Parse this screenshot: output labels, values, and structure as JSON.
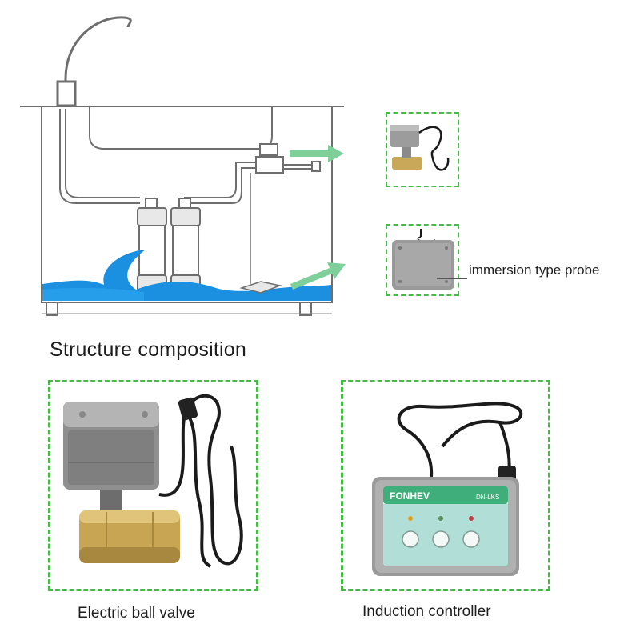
{
  "section_title": "Structure composition",
  "probe_label": "immersion type probe",
  "products": [
    {
      "caption": "Electric ball valve"
    },
    {
      "caption": "Induction controller"
    }
  ],
  "controller": {
    "brand": "FONHEV",
    "model": "DN-LKS"
  },
  "colors": {
    "dash_green": "#49b849",
    "arrow_green": "#7fcf9a",
    "water_blue": "#1b8fe0",
    "sink_line": "#6e6e6e"
  },
  "icons": [
    "faucet-icon",
    "filter-cartridge-icon",
    "water-wave-icon",
    "arrow-icon"
  ]
}
